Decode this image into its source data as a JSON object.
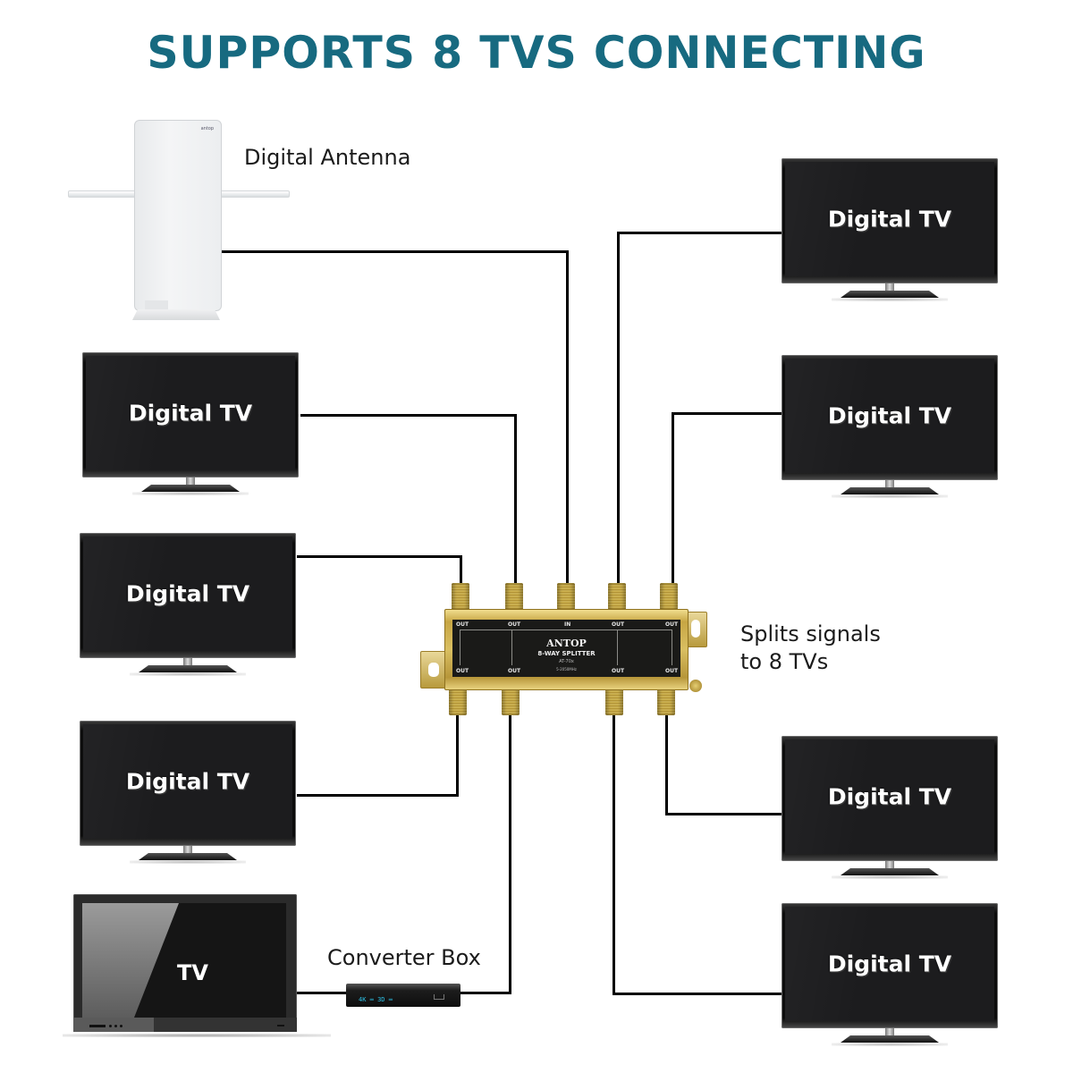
{
  "title": "SUPPORTS 8 TVS CONNECTING",
  "colors": {
    "title": "#176a80",
    "wire": "#000000",
    "tv_screen": "#1c1c1e",
    "splitter_gold": "#c7a644",
    "converter_display": "#2ec2e6"
  },
  "antenna": {
    "label": "Digital Antenna",
    "logo_text": "antop"
  },
  "splitter": {
    "brand": "ANTOP",
    "product": "8-WAY SPLITTER",
    "model": "AT-70x",
    "frequency": "5-2050MHz",
    "input_label": "IN",
    "output_label": "OUT",
    "caption_line1": "Splits signals",
    "caption_line2": "to 8 TVs"
  },
  "tvs": {
    "left": [
      {
        "label": "Digital TV"
      },
      {
        "label": "Digital TV"
      },
      {
        "label": "Digital TV"
      }
    ],
    "right": [
      {
        "label": "Digital TV"
      },
      {
        "label": "Digital TV"
      },
      {
        "label": "Digital TV"
      },
      {
        "label": "Digital TV"
      }
    ],
    "legacy": {
      "label": "TV"
    }
  },
  "converter_box": {
    "label": "Converter Box",
    "display_text": "4K ═ 3D ═"
  }
}
